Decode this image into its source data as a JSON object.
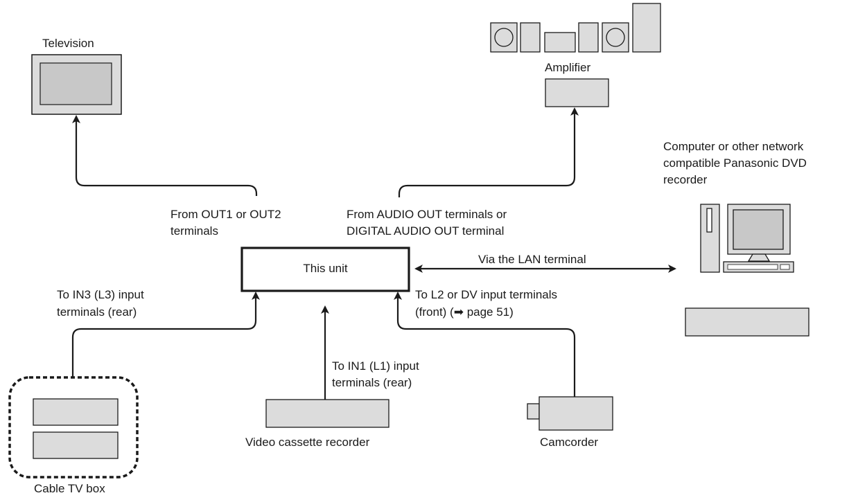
{
  "devices": {
    "television": "Television",
    "amplifier": "Amplifier",
    "computer": [
      "Computer or other network",
      "compatible Panasonic DVD",
      "recorder"
    ],
    "this_unit": "This unit",
    "cable_tv_box": "Cable TV box",
    "vcr": "Video cassette recorder",
    "camcorder": "Camcorder"
  },
  "connections": {
    "out12": [
      "From OUT1 or OUT2",
      "terminals"
    ],
    "audio_out": [
      "From AUDIO OUT terminals or",
      "DIGITAL AUDIO OUT terminal"
    ],
    "lan": "Via the LAN terminal",
    "in3": [
      "To IN3 (L3) input",
      "terminals (rear)"
    ],
    "in1": [
      "To IN1 (L1) input",
      "terminals (rear)"
    ],
    "l2_dv": [
      "To L2 or DV input terminals",
      "(front) (➡ page 51)"
    ]
  },
  "colors": {
    "device_fill": "#dcdcdc",
    "screen_fill": "#c8c8c8",
    "line": "#1a1a1a"
  }
}
